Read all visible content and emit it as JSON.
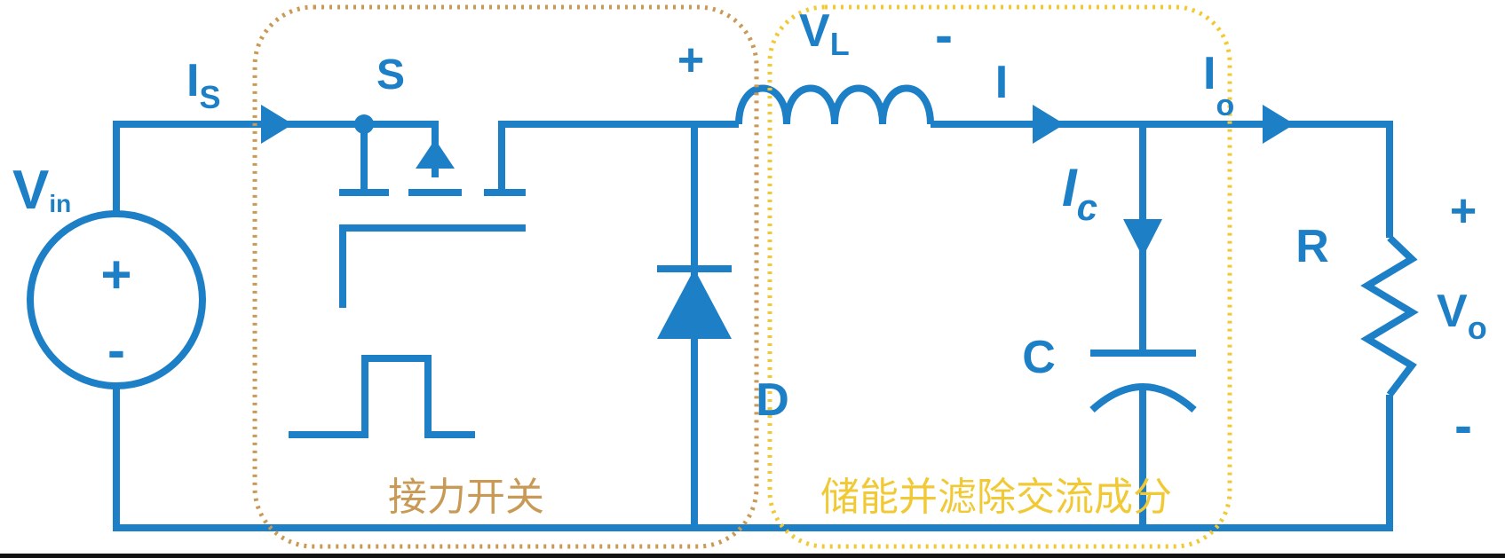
{
  "colors": {
    "wire": "#1d7fc6",
    "switch_box": "#c99a55",
    "filter_box": "#f0c935",
    "background": "#ffffff"
  },
  "labels": {
    "vin_main": "V",
    "vin_sub": "in",
    "vin_plus": "+",
    "vin_minus": "-",
    "is_main": "I",
    "is_sub": "S",
    "switch": "S",
    "sw_node_plus": "+",
    "vl_main": "V",
    "vl_sub": "L",
    "vl_minus": "-",
    "inductor_current": "I",
    "io_main": "I",
    "io_sub": "o",
    "ic_main": "I",
    "ic_sub": "c",
    "capacitor": "C",
    "diode": "D",
    "resistor": "R",
    "vo_plus": "+",
    "vo_main": "V",
    "vo_sub": "o",
    "vo_minus": "-"
  },
  "regions": {
    "switch_box_label": "接力开关",
    "filter_box_label": "储能并滤除交流成分"
  }
}
